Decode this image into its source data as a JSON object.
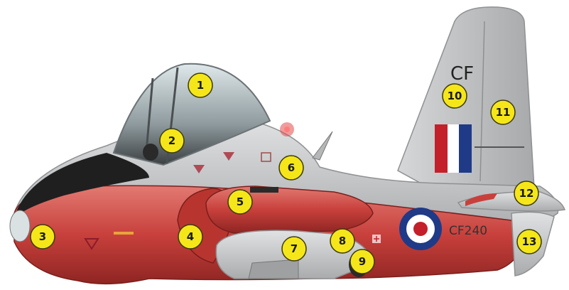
{
  "illustration": {
    "tail_code": "CF",
    "serial": "CF240"
  },
  "markers": [
    "1",
    "2",
    "3",
    "4",
    "5",
    "6",
    "7",
    "8",
    "9",
    "10",
    "11",
    "12",
    "13"
  ],
  "colors": {
    "body_grey": "#c9cbcd",
    "body_red": "#c8403c",
    "canopy": "#b9c7cc",
    "nose_black": "#1f1f1f",
    "marker_yellow": "#f5e61a",
    "roundel_blue": "#1f3a86",
    "roundel_red": "#c3202b"
  }
}
